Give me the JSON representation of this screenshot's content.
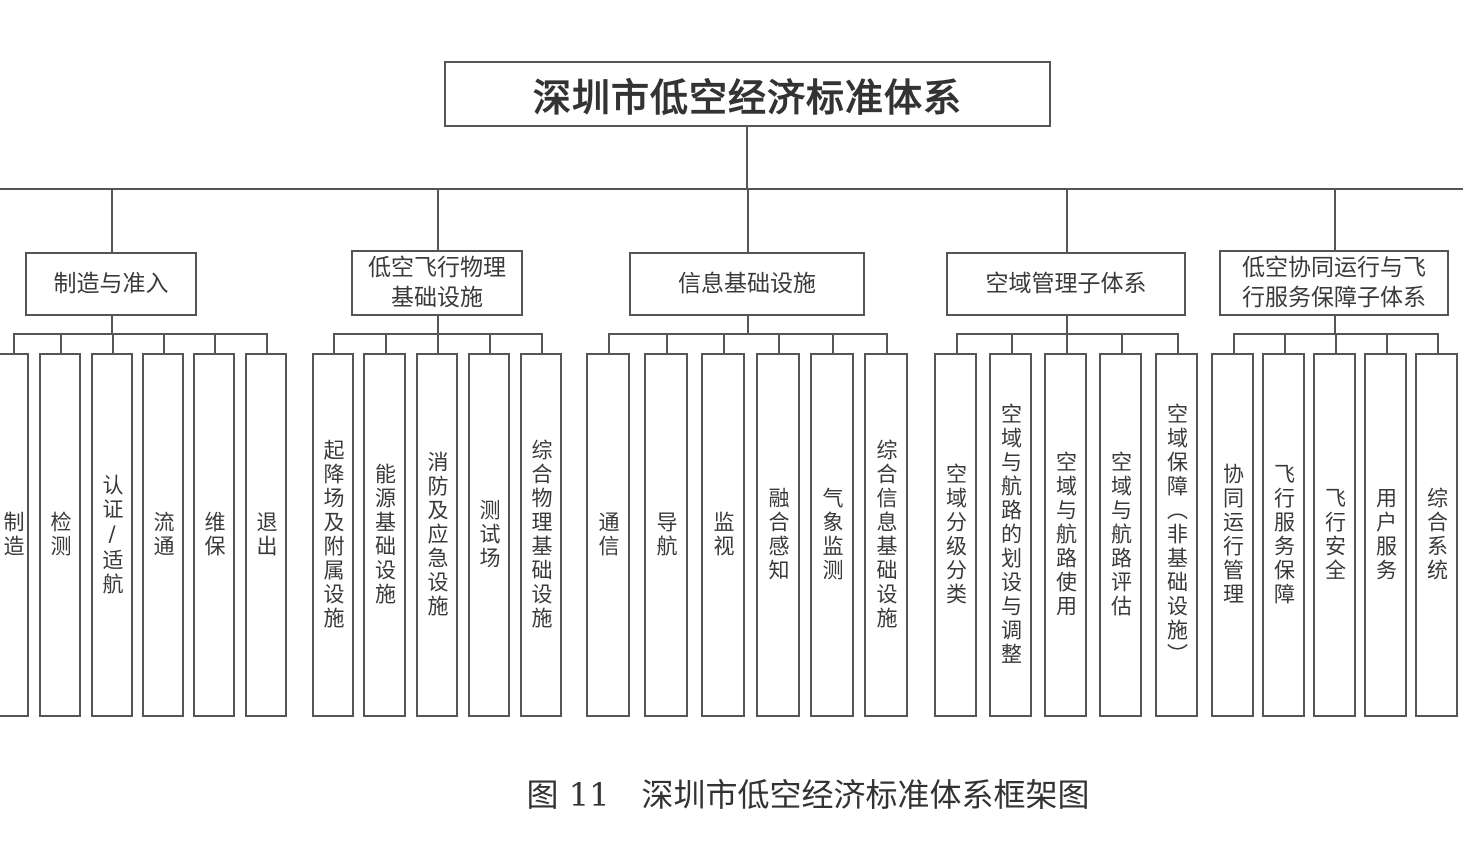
{
  "root": "深圳市低空经济标准体系",
  "groups": [
    {
      "label": "制造与准入",
      "leaves": [
        "制造",
        "检测",
        "认证/适航",
        "流通",
        "维保",
        "退出"
      ]
    },
    {
      "label": "低空飞行物理基础设施",
      "leaves": [
        "起降场及附属设施",
        "能源基础设施",
        "消防及应急设施",
        "测试场",
        "综合物理基础设施"
      ]
    },
    {
      "label": "信息基础设施",
      "leaves": [
        "通信",
        "导航",
        "监视",
        "融合感知",
        "气象监测",
        "综合信息基础设施"
      ]
    },
    {
      "label": "空域管理子体系",
      "leaves": [
        "空域分级分类",
        "空域与航路的划设与调整",
        "空域与航路使用",
        "空域与航路评估",
        "空域保障（非基础设施）"
      ]
    },
    {
      "label": "低空协同运行与飞行服务保障子体系",
      "leaves": [
        "协同运行管理",
        "飞行服务保障",
        "飞行安全",
        "用户服务",
        "综合系统"
      ]
    }
  ],
  "caption": "图 11　深圳市低空经济标准体系框架图"
}
